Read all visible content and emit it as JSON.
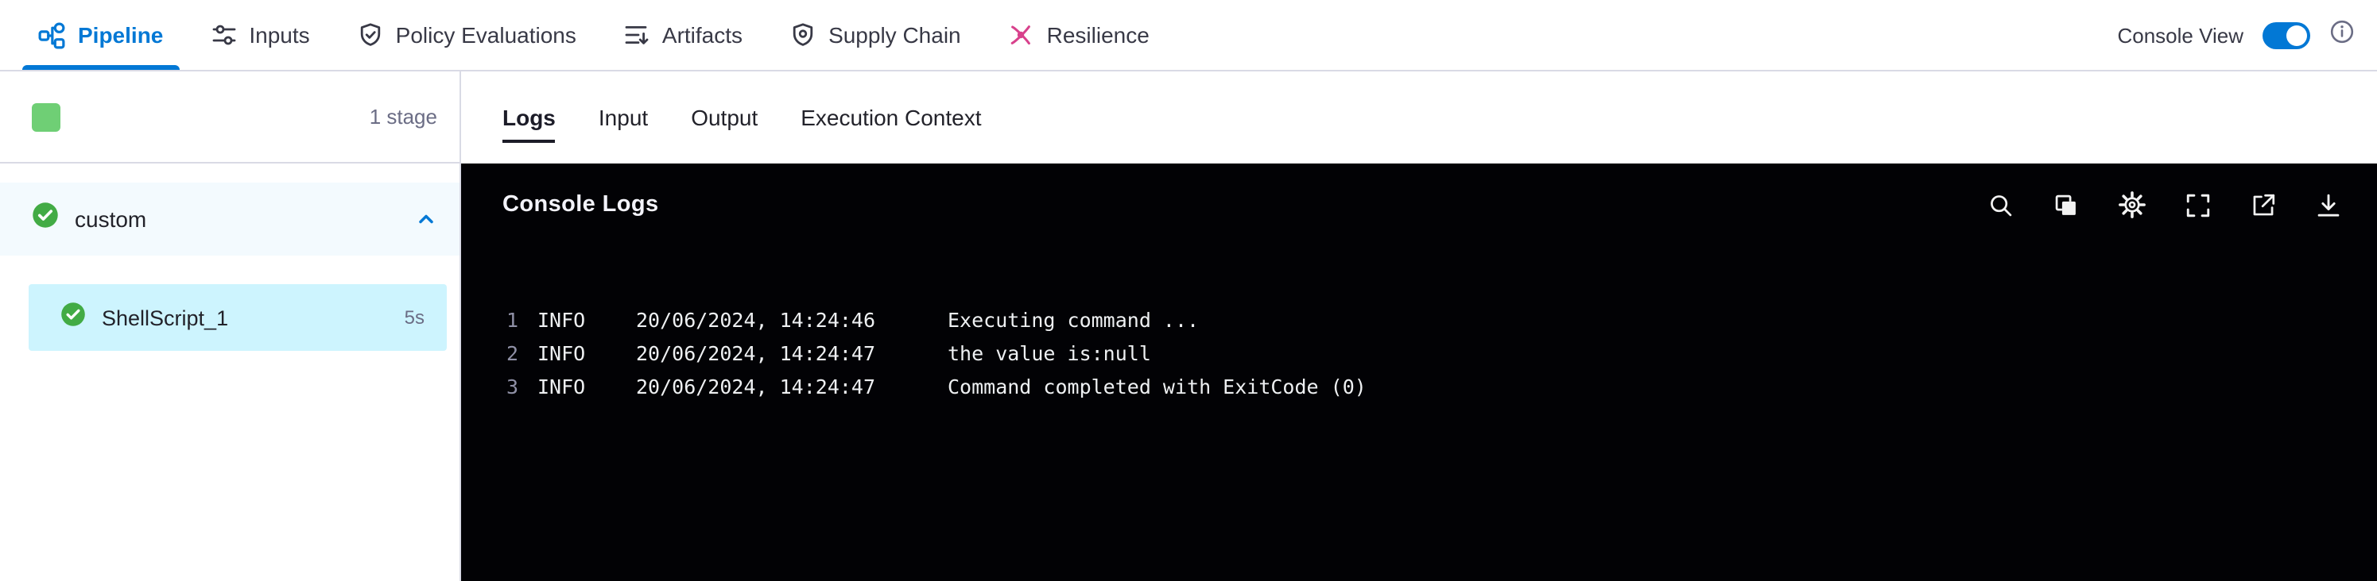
{
  "topbar": {
    "tabs": [
      {
        "label": "Pipeline",
        "icon": "pipeline-icon",
        "active": true
      },
      {
        "label": "Inputs",
        "icon": "inputs-icon",
        "active": false
      },
      {
        "label": "Policy Evaluations",
        "icon": "policy-evaluations-icon",
        "active": false
      },
      {
        "label": "Artifacts",
        "icon": "artifacts-icon",
        "active": false
      },
      {
        "label": "Supply Chain",
        "icon": "supply-chain-icon",
        "active": false
      },
      {
        "label": "Resilience",
        "icon": "resilience-icon",
        "active": false
      }
    ],
    "console_view": {
      "label": "Console View",
      "enabled": true
    }
  },
  "sidebar": {
    "stage_count": "1 stage",
    "group": {
      "label": "custom",
      "status": "success",
      "expanded": true
    },
    "steps": [
      {
        "label": "ShellScript_1",
        "duration": "5s",
        "status": "success",
        "selected": true
      }
    ]
  },
  "main": {
    "tabs": [
      {
        "label": "Logs",
        "active": true
      },
      {
        "label": "Input",
        "active": false
      },
      {
        "label": "Output",
        "active": false
      },
      {
        "label": "Execution Context",
        "active": false
      }
    ],
    "console": {
      "title": "Console Logs",
      "toolbar_icons": [
        "search-icon",
        "copy-icon",
        "settings-icon",
        "fullscreen-icon",
        "open-in-new-icon",
        "download-icon"
      ],
      "logs": [
        {
          "line": "1",
          "level": "INFO",
          "timestamp": "20/06/2024, 14:24:46",
          "message": "Executing command ..."
        },
        {
          "line": "2",
          "level": "INFO",
          "timestamp": "20/06/2024, 14:24:47",
          "message": "the value is:null"
        },
        {
          "line": "3",
          "level": "INFO",
          "timestamp": "20/06/2024, 14:24:47",
          "message": "Command completed with ExitCode (0)"
        }
      ]
    }
  },
  "colors": {
    "accent": "#0278d5",
    "success_green": "#42ab45",
    "stage_square_green": "#6fcf75",
    "selected_step_bg": "#cdf4fe",
    "console_bg": "#020205",
    "resilience_pink": "#d8418c",
    "border": "#d9dae5"
  }
}
